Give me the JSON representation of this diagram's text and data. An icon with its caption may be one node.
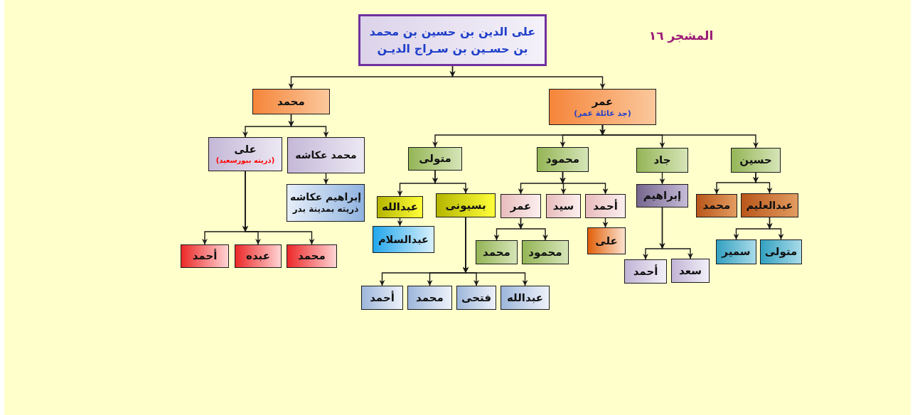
{
  "diagram": {
    "title": "المشجر ١٦",
    "nodes": [
      {
        "text": [
          "على الدين بن حسين بن محمد بن حسـين بن سـراج الديـن"
        ]
      },
      {
        "text": [
          "عمر",
          "(جد عائلة عمر)"
        ]
      },
      {
        "text": [
          "محمد"
        ]
      },
      {
        "text": [
          "حسين"
        ]
      },
      {
        "text": [
          "جاد"
        ]
      },
      {
        "text": [
          "محمود"
        ]
      },
      {
        "text": [
          "متولى"
        ]
      },
      {
        "text": [
          "محمد عكاشه"
        ]
      },
      {
        "text": [
          "على",
          "(ذريته ببورسعيد)"
        ]
      },
      {
        "text": [
          "عبدالعليم"
        ]
      },
      {
        "text": [
          "محمد"
        ]
      },
      {
        "text": [
          "إبراهيم"
        ]
      },
      {
        "text": [
          "أحمد"
        ]
      },
      {
        "text": [
          "سيد"
        ]
      },
      {
        "text": [
          "عمر"
        ]
      },
      {
        "text": [
          "بسيونى"
        ]
      },
      {
        "text": [
          "عبدالله"
        ]
      },
      {
        "text": [
          "إبراهيم عكاشه",
          "ذريته بمدينة بدر"
        ]
      },
      {
        "text": [
          "متولى"
        ]
      },
      {
        "text": [
          "سمير"
        ]
      },
      {
        "text": [
          "سعد"
        ]
      },
      {
        "text": [
          "أحمد"
        ]
      },
      {
        "text": [
          "على"
        ]
      },
      {
        "text": [
          "محمود"
        ]
      },
      {
        "text": [
          "محمد"
        ]
      },
      {
        "text": [
          "عبدالسلام"
        ]
      },
      {
        "text": [
          "محمد"
        ]
      },
      {
        "text": [
          "عبده"
        ]
      },
      {
        "text": [
          "أحمد"
        ]
      },
      {
        "text": [
          "عبدالله"
        ]
      },
      {
        "text": [
          "فتحى"
        ]
      },
      {
        "text": [
          "محمد"
        ]
      },
      {
        "text": [
          "أحمد"
        ]
      }
    ],
    "edges": [
      {
        "from": 0,
        "to": 1,
        "arrow": "to"
      },
      {
        "from": 0,
        "to": 2,
        "arrow": "to"
      },
      {
        "from": 1,
        "to": 3,
        "arrow": "to"
      },
      {
        "from": 1,
        "to": 4,
        "arrow": "to"
      },
      {
        "from": 1,
        "to": 5,
        "arrow": "to"
      },
      {
        "from": 1,
        "to": 6,
        "arrow": "to"
      },
      {
        "from": 2,
        "to": 7,
        "arrow": "to"
      },
      {
        "from": 2,
        "to": 8,
        "arrow": "to"
      },
      {
        "from": 3,
        "to": 9,
        "arrow": "to"
      },
      {
        "from": 3,
        "to": 10,
        "arrow": "to"
      },
      {
        "from": 4,
        "to": 11,
        "arrow": "to"
      },
      {
        "from": 5,
        "to": 12,
        "arrow": "to"
      },
      {
        "from": 5,
        "to": 13,
        "arrow": "to"
      },
      {
        "from": 5,
        "to": 14,
        "arrow": "to"
      },
      {
        "from": 6,
        "to": 15,
        "arrow": "to"
      },
      {
        "from": 6,
        "to": 16,
        "arrow": "to"
      },
      {
        "from": 7,
        "to": 17,
        "arrow": "to"
      },
      {
        "from": 8,
        "to": 26,
        "arrow": "to"
      },
      {
        "from": 8,
        "to": 27,
        "arrow": "to"
      },
      {
        "from": 8,
        "to": 28,
        "arrow": "to"
      },
      {
        "from": 9,
        "to": 18,
        "arrow": "to"
      },
      {
        "from": 9,
        "to": 19,
        "arrow": "to"
      },
      {
        "from": 11,
        "to": 20,
        "arrow": "to"
      },
      {
        "from": 11,
        "to": 21,
        "arrow": "to"
      },
      {
        "from": 12,
        "to": 22,
        "arrow": "to"
      },
      {
        "from": 14,
        "to": 23,
        "arrow": "to"
      },
      {
        "from": 14,
        "to": 24,
        "arrow": "to"
      },
      {
        "from": 15,
        "to": 29,
        "arrow": "to"
      },
      {
        "from": 15,
        "to": 30,
        "arrow": "to"
      },
      {
        "from": 15,
        "to": 31,
        "arrow": "to"
      },
      {
        "from": 15,
        "to": 32,
        "arrow": "to"
      },
      {
        "from": 16,
        "to": 25,
        "arrow": "to"
      }
    ]
  }
}
